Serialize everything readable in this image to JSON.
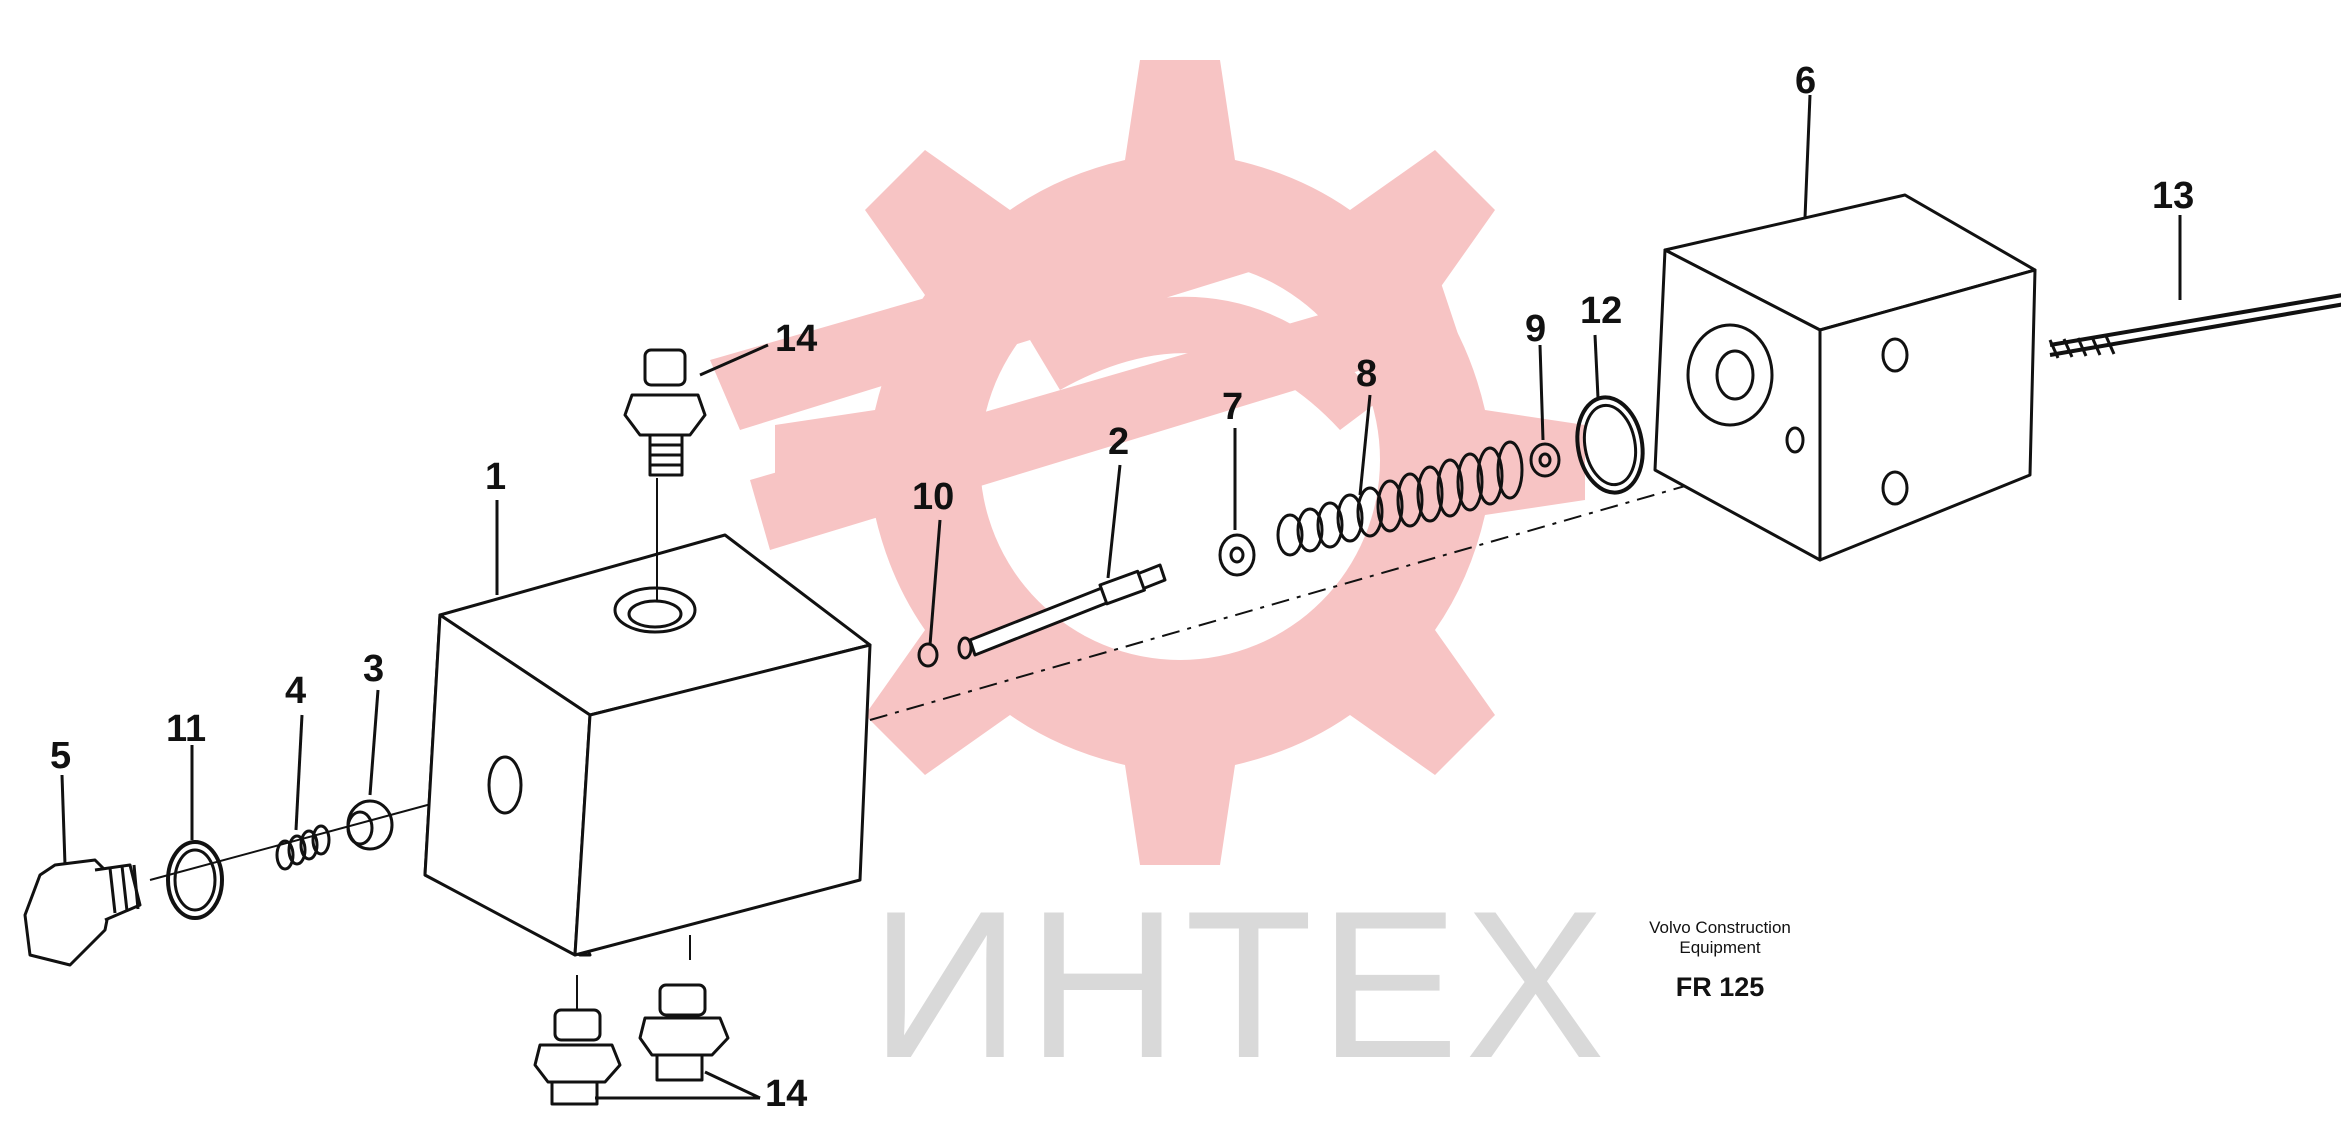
{
  "watermark": {
    "text": "ИНТЕХ",
    "logo": "gear-logo",
    "logo_color": "#f5b5b5"
  },
  "callouts": {
    "c1": "1",
    "c2": "2",
    "c3": "3",
    "c4": "4",
    "c5": "5",
    "c6": "6",
    "c7": "7",
    "c8": "8",
    "c9": "9",
    "c10": "10",
    "c11": "11",
    "c12": "12",
    "c13": "13",
    "c14_top": "14",
    "c14_bottom": "14"
  },
  "caption": {
    "line1": "Volvo Construction",
    "line2": "Equipment",
    "code": "FR 125"
  },
  "colors": {
    "ink": "#111111",
    "paper": "#ffffff"
  }
}
